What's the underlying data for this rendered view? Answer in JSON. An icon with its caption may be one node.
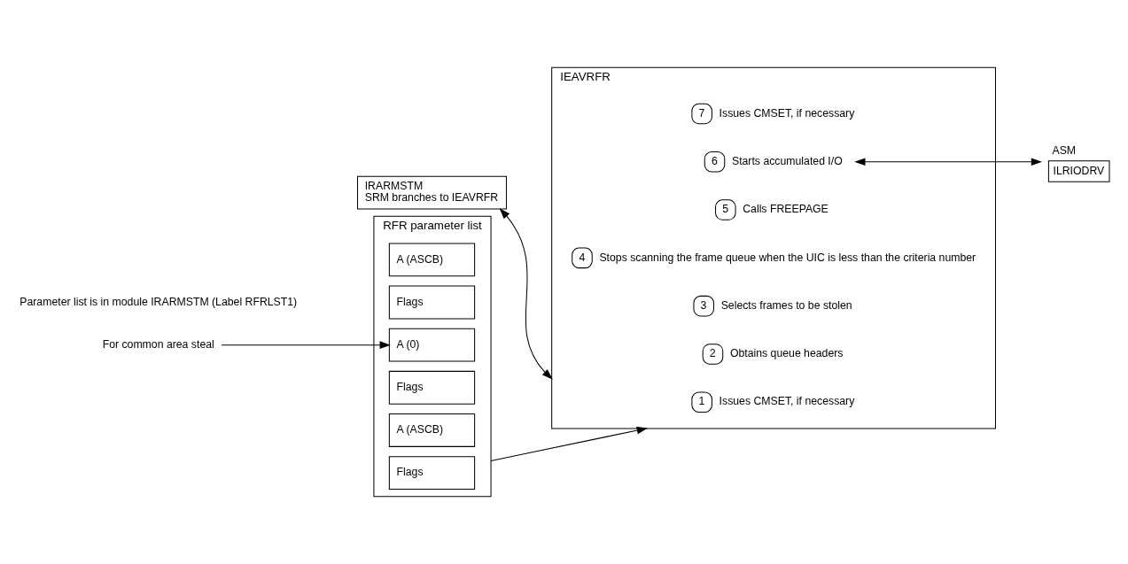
{
  "diagram": {
    "nodes": [
      {
        "text": [
          "RFR parameter list"
        ]
      },
      {
        "text": [
          "Flags"
        ],
        "in": 0
      },
      {
        "text": [
          "A (ASCB)"
        ],
        "in": 0
      },
      {
        "text": [
          "Flags"
        ],
        "in": 0
      },
      {
        "text": [
          "A (0)"
        ],
        "in": 0
      },
      {
        "text": [
          "Flags"
        ],
        "in": 0
      },
      {
        "text": [
          "A (ASCB)"
        ],
        "in": 0
      },
      {
        "text": [
          "For common area steal"
        ]
      },
      {
        "text": [
          "IRARMSTM",
          "SRM branches to IEAVRFR"
        ]
      },
      {
        "text": [
          "IEAVRFR"
        ]
      },
      {
        "text": [
          "1",
          "Issues CMSET, if necessary"
        ],
        "in": 9
      },
      {
        "text": [
          "2",
          "Obtains queue headers"
        ],
        "in": 9
      },
      {
        "text": [
          "3",
          "Selects frames to be stolen"
        ],
        "in": 9
      },
      {
        "text": [
          "4",
          "Stops scanning the frame queue when the UIC is less than the criteria number"
        ],
        "in": 9
      },
      {
        "text": [
          "5",
          "Calls FREEPAGE"
        ],
        "in": 9
      },
      {
        "text": [
          "6",
          "Starts accumulated I/O"
        ],
        "in": 9
      },
      {
        "text": [
          "7",
          "Issues CMSET, if necessary"
        ],
        "in": 9
      },
      {
        "text": [
          "ASM",
          "ILRIODRV"
        ]
      }
    ],
    "edges": [
      {
        "from": 0,
        "to": 9,
        "arrow": "to"
      },
      {
        "from": 8,
        "to": 9,
        "arrow": "both"
      },
      {
        "from": 7,
        "to": 4,
        "arrow": "to"
      },
      {
        "from": 15,
        "to": 17,
        "arrow": "both"
      }
    ],
    "labels": [
      "Parameter list is in module IRARMSTM (Label RFRLST1)"
    ]
  }
}
